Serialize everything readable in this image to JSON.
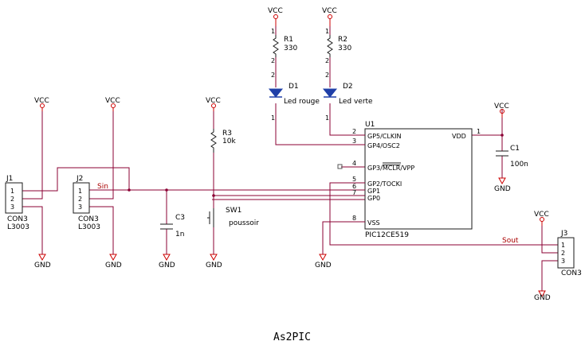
{
  "title": "As2PIC",
  "power": {
    "vcc": "VCC",
    "gnd": "GND"
  },
  "u1": {
    "ref": "U1",
    "value": "PIC12CE519",
    "pins": [
      {
        "num": "2",
        "name": "GP5/CLKIN"
      },
      {
        "num": "3",
        "name": "GP4/OSC2"
      },
      {
        "num": "4",
        "name_pre": "GP3/",
        "name_bar": "MCLR",
        "name_post": "/VPP"
      },
      {
        "num": "5",
        "name": "GP2/TOCKI"
      },
      {
        "num": "6",
        "name": "GP1"
      },
      {
        "num": "7",
        "name": "GP0"
      },
      {
        "num": "8",
        "name": "VSS"
      },
      {
        "num": "1",
        "name": "VDD"
      }
    ]
  },
  "r1": {
    "ref": "R1",
    "value": "330",
    "pin_top": "1",
    "pin_bot": "2"
  },
  "r2": {
    "ref": "R2",
    "value": "330",
    "pin_top": "1",
    "pin_bot": "2"
  },
  "r3": {
    "ref": "R3",
    "value": "10k"
  },
  "d1": {
    "ref": "D1",
    "value": "Led rouge",
    "pin_a": "2",
    "pin_k": "1"
  },
  "d2": {
    "ref": "D2",
    "value": "Led verte",
    "pin_a": "2",
    "pin_k": "1"
  },
  "c1": {
    "ref": "C1",
    "value": "100n"
  },
  "c3": {
    "ref": "C3",
    "value": "1n"
  },
  "sw1": {
    "ref": "SW1",
    "value": "poussoir"
  },
  "j1": {
    "ref": "J1",
    "type": "CON3",
    "part": "L3003",
    "pins": [
      "1",
      "2",
      "3"
    ]
  },
  "j2": {
    "ref": "J2",
    "type": "CON3",
    "part": "L3003",
    "pins": [
      "1",
      "2",
      "3"
    ]
  },
  "j3": {
    "ref": "J3",
    "type": "CON3",
    "pins": [
      "1",
      "2",
      "3"
    ]
  },
  "nets": {
    "sin": "Sin",
    "sout": "Sout"
  }
}
